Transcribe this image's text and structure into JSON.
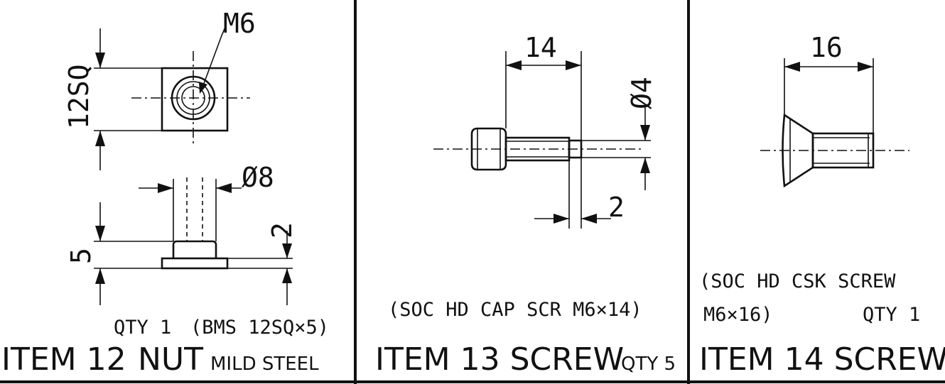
{
  "panels": {
    "item12": {
      "title_prefix": "ITEM 12",
      "title_name": "NUT",
      "material": "MILD STEEL",
      "qty": "QTY 1",
      "stock": "(BMS 12SQ×5)",
      "dim_thread": "M6",
      "dim_square": "12SQ",
      "dim_boss_dia": "Ø8",
      "dim_height": "5",
      "dim_flange": "2"
    },
    "item13": {
      "title": "ITEM 13 SCREW",
      "qty": "QTY 5",
      "spec": "(SOC HD CAP SCR M6×14)",
      "dim_length": "14",
      "dim_dia": "Ø4",
      "dim_step": "2"
    },
    "item14": {
      "title": "ITEM 14 SCREW",
      "qty": "QTY 1",
      "spec_line1": "(SOC HD CSK SCREW",
      "spec_line2": "M6×16)",
      "dim_length": "16"
    }
  }
}
